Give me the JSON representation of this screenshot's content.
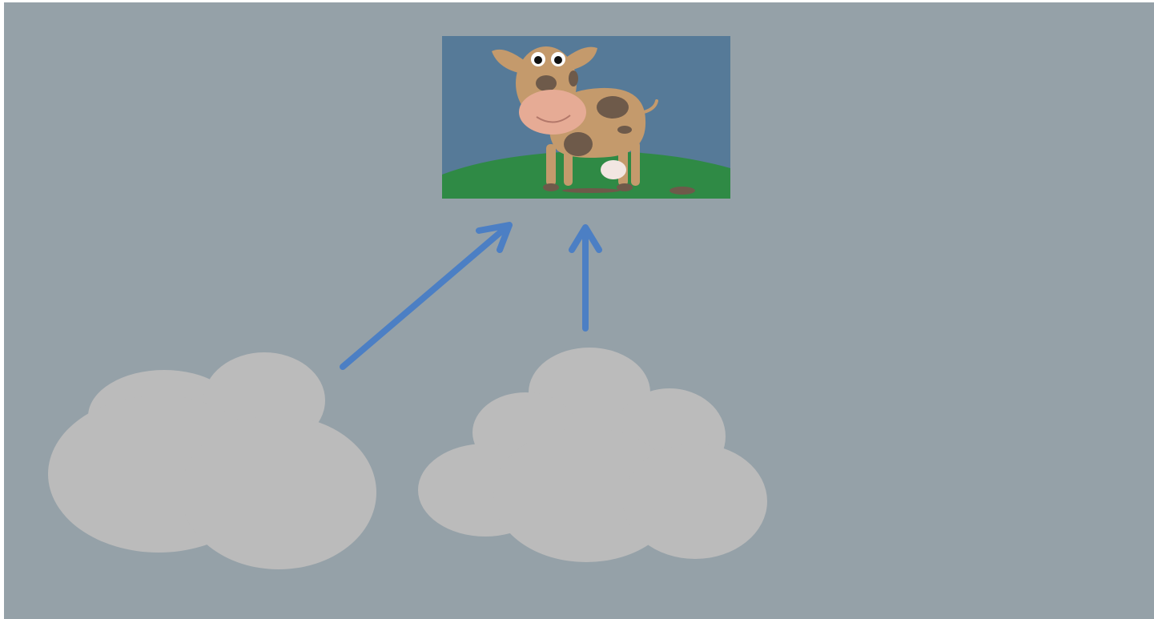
{
  "canvas": {
    "background_color": "#95a1a8",
    "frame_color": "#ffffff"
  },
  "picture": {
    "subject": "cow-illustration",
    "sky_color": "#567a98",
    "grass_color": "#2f8a45",
    "cow_body_color": "#c49a6c",
    "cow_spot_color": "#6e5a4a",
    "cow_muzzle_color": "#e6ab95",
    "udder_color": "#f2e6e2"
  },
  "arrows": {
    "color": "#4c7fc4",
    "count": 2
  },
  "clouds": {
    "color": "#bbbbbb",
    "count": 2
  }
}
